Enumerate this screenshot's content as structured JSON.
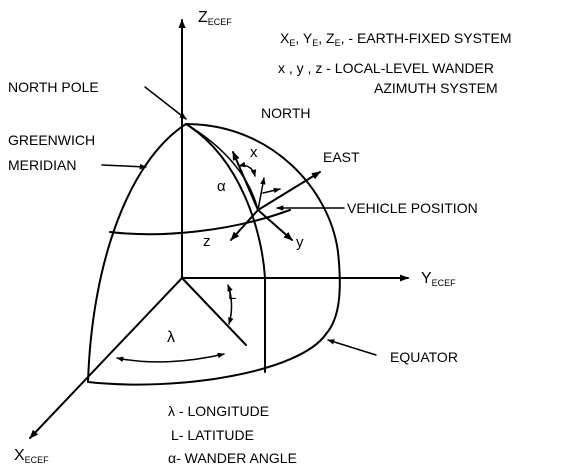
{
  "axes": {
    "z": {
      "main": "Z",
      "sub": "ECEF"
    },
    "y": {
      "main": "Y",
      "sub": "ECEF"
    },
    "x": {
      "main": "X",
      "sub": "ECEF"
    }
  },
  "legend": {
    "line1": {
      "x": "X",
      "xs": "E",
      "y": ", Y",
      "ys": "E",
      "z": ", Z",
      "zs": "E",
      "rest": ", - EARTH-FIXED SYSTEM"
    },
    "line2": "x , y , z -  LOCAL-LEVEL WANDER",
    "line3": "AZIMUTH SYSTEM"
  },
  "labels": {
    "north_pole": "NORTH POLE",
    "greenwich_1": "GREENWICH",
    "greenwich_2": "MERIDIAN",
    "north": "NORTH",
    "east": "EAST",
    "vehicle_position": "VEHICLE POSITION",
    "equator": "EQUATOR",
    "x_local": "x",
    "y_local": "y",
    "z_local": "z",
    "alpha": "α",
    "latitude_symbol": "L",
    "longitude_symbol": "λ"
  },
  "key": {
    "lambda": "λ - LONGITUDE",
    "latitude": "L- LATITUDE",
    "alpha": "α- WANDER ANGLE"
  }
}
